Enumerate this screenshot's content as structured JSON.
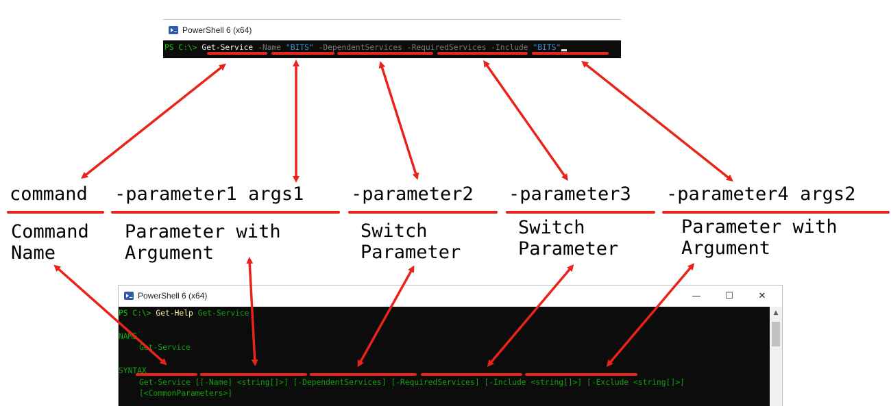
{
  "top_window": {
    "title": "PowerShell 6 (x64)",
    "prompt": "PS C:\\> ",
    "command": "Get-Service",
    "p_name": "-Name",
    "a_bits1": "\"BITS\"",
    "p_dependent": "-DependentServices",
    "p_required": "-RequiredServices",
    "p_include": "-Include",
    "a_bits2": "\"BITS\""
  },
  "syntax_labels": {
    "command": "command",
    "param1": "-parameter1 args1",
    "param2": "-parameter2",
    "param3": "-parameter3",
    "param4": "-parameter4 args2"
  },
  "descriptions": {
    "d1_l1": "Command",
    "d1_l2": "Name",
    "d2_l1": "Parameter with",
    "d2_l2": "Argument",
    "d3_l1": "Switch",
    "d3_l2": "Parameter",
    "d4_l1": "Switch",
    "d4_l2": "Parameter",
    "d5_l1": "Parameter with",
    "d5_l2": "Argument"
  },
  "bottom_window": {
    "title": "PowerShell 6 (x64)",
    "controls": {
      "minimize": "—",
      "maximize": "☐",
      "close": "✕"
    },
    "prompt": "PS C:\\> ",
    "cmd_gethelp": "Get-Help",
    "cmd_arg": "Get-Service",
    "name_header": "NAME",
    "name_value": "Get-Service",
    "syntax_header": "SYNTAX",
    "syn_cmd": "Get-Service",
    "syn_name": "[[-Name] <string[]>]",
    "syn_dep": "[-DependentServices]",
    "syn_req": "[-RequiredServices]",
    "syn_inc": "[-Include <string[]>]",
    "syn_exc": "[-Exclude <string[]>]",
    "syn_common": "[<CommonParameters>]"
  },
  "colors": {
    "annotation_red": "#e8231a",
    "console_bg": "#0c0c0c",
    "console_green": "#13a10e"
  }
}
